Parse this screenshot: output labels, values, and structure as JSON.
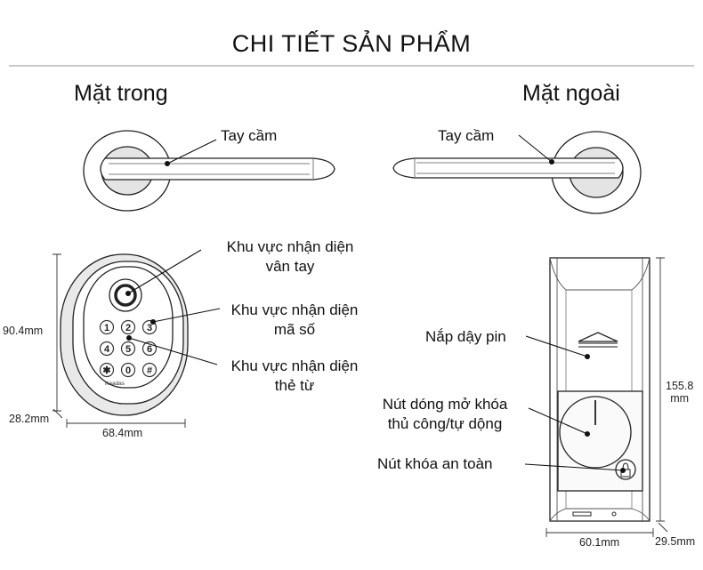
{
  "title": "CHI TIẾT SẢN PHẨM",
  "inner": {
    "heading": "Mặt trong",
    "handle_label": "Tay cầm",
    "fingerprint_label": "Khu vực nhận diện vân tay",
    "fingerprint_l1": "Khu vực nhận diện",
    "fingerprint_l2": "vân tay",
    "code_l1": "Khu vực nhận diện",
    "code_l2": "mã số",
    "card_l1": "Khu vực nhận diện",
    "card_l2": "thẻ từ",
    "brand": "Kaadas",
    "keys": [
      "1",
      "2",
      "3",
      "4",
      "5",
      "6",
      "✱",
      "0",
      "#"
    ],
    "dim_height": "90.4mm",
    "dim_width": "68.4mm",
    "dim_depth": "28.2mm"
  },
  "outer": {
    "heading": "Mặt ngoài",
    "handle_label": "Tay cầm",
    "battery_label": "Nắp dậy pin",
    "knob_l1": "Nút dóng mở khóa",
    "knob_l2": "thủ công/tự dộng",
    "safety_label": "Nút khóa an toàn",
    "dim_height_l1": "155.8",
    "dim_height_l2": "mm",
    "dim_width": "60.1mm",
    "dim_depth": "29.5mm"
  }
}
